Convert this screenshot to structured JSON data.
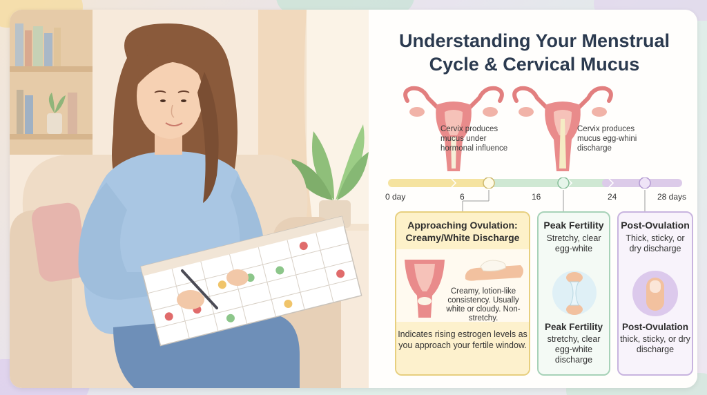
{
  "title": {
    "line1": "Understanding Your Menstrual",
    "line2": "Cycle & Cervical Mucus"
  },
  "anatomy": {
    "left_label": [
      "Cervix produces",
      "mucus under",
      "hormonal influence"
    ],
    "right_label": [
      "Cervix produces",
      "mucus egg-whini",
      "discharge"
    ]
  },
  "timeline": {
    "ticks": [
      "0 day",
      "6",
      "16",
      "24",
      "28 days"
    ],
    "colors": [
      "#f5e3a0",
      "#cfe8d3",
      "#dccbe9"
    ]
  },
  "cards": {
    "approaching": {
      "title": "Approaching Ovulation: Creamy/White Discharge",
      "note": "Creamy, lotion-like consistency. Usually white or cloudy. Non-stretchy.",
      "bottom": "Indicates rising estrogen levels as you approach your fertile window."
    },
    "peak": {
      "title": "Peak Fertility",
      "sub": "Stretchy, clear egg-white",
      "bottom_title": "Peak Fertility",
      "bottom_sub": "stretchy, clear egg-white discharge"
    },
    "post": {
      "title": "Post-Ovulation",
      "sub": "Thick, sticky, or dry discharge",
      "bottom_title": "Post-Ovulation",
      "bottom_sub": "thick, sticky, or dry discharge"
    }
  },
  "colors": {
    "title": "#2b3a4f",
    "yellow": "#fdf1c9",
    "green": "#cfe8d3",
    "purple": "#dccbe9",
    "uterus": "#e98b8b"
  }
}
